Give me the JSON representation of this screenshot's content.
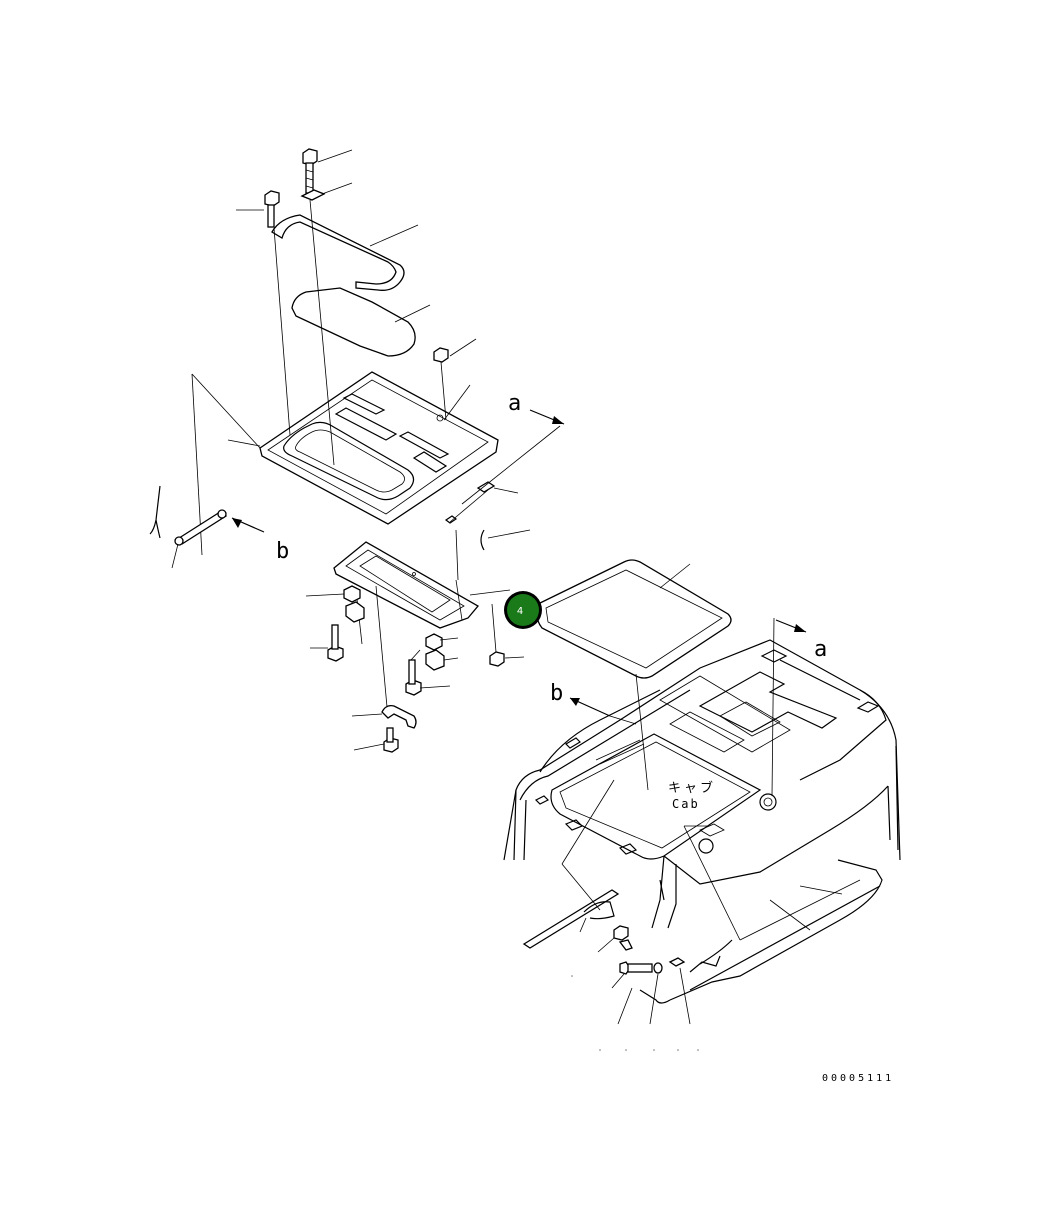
{
  "labels": {
    "arrow_a_top": "a",
    "arrow_a_right": "a",
    "arrow_b_left": "b",
    "arrow_b_mid": "b",
    "cab_jp": "キャブ",
    "cab_en": "Cab",
    "drawing_number": "00005111"
  },
  "callout": {
    "number": "4",
    "color": "#1a7a1a",
    "ring_color": "#000000"
  }
}
